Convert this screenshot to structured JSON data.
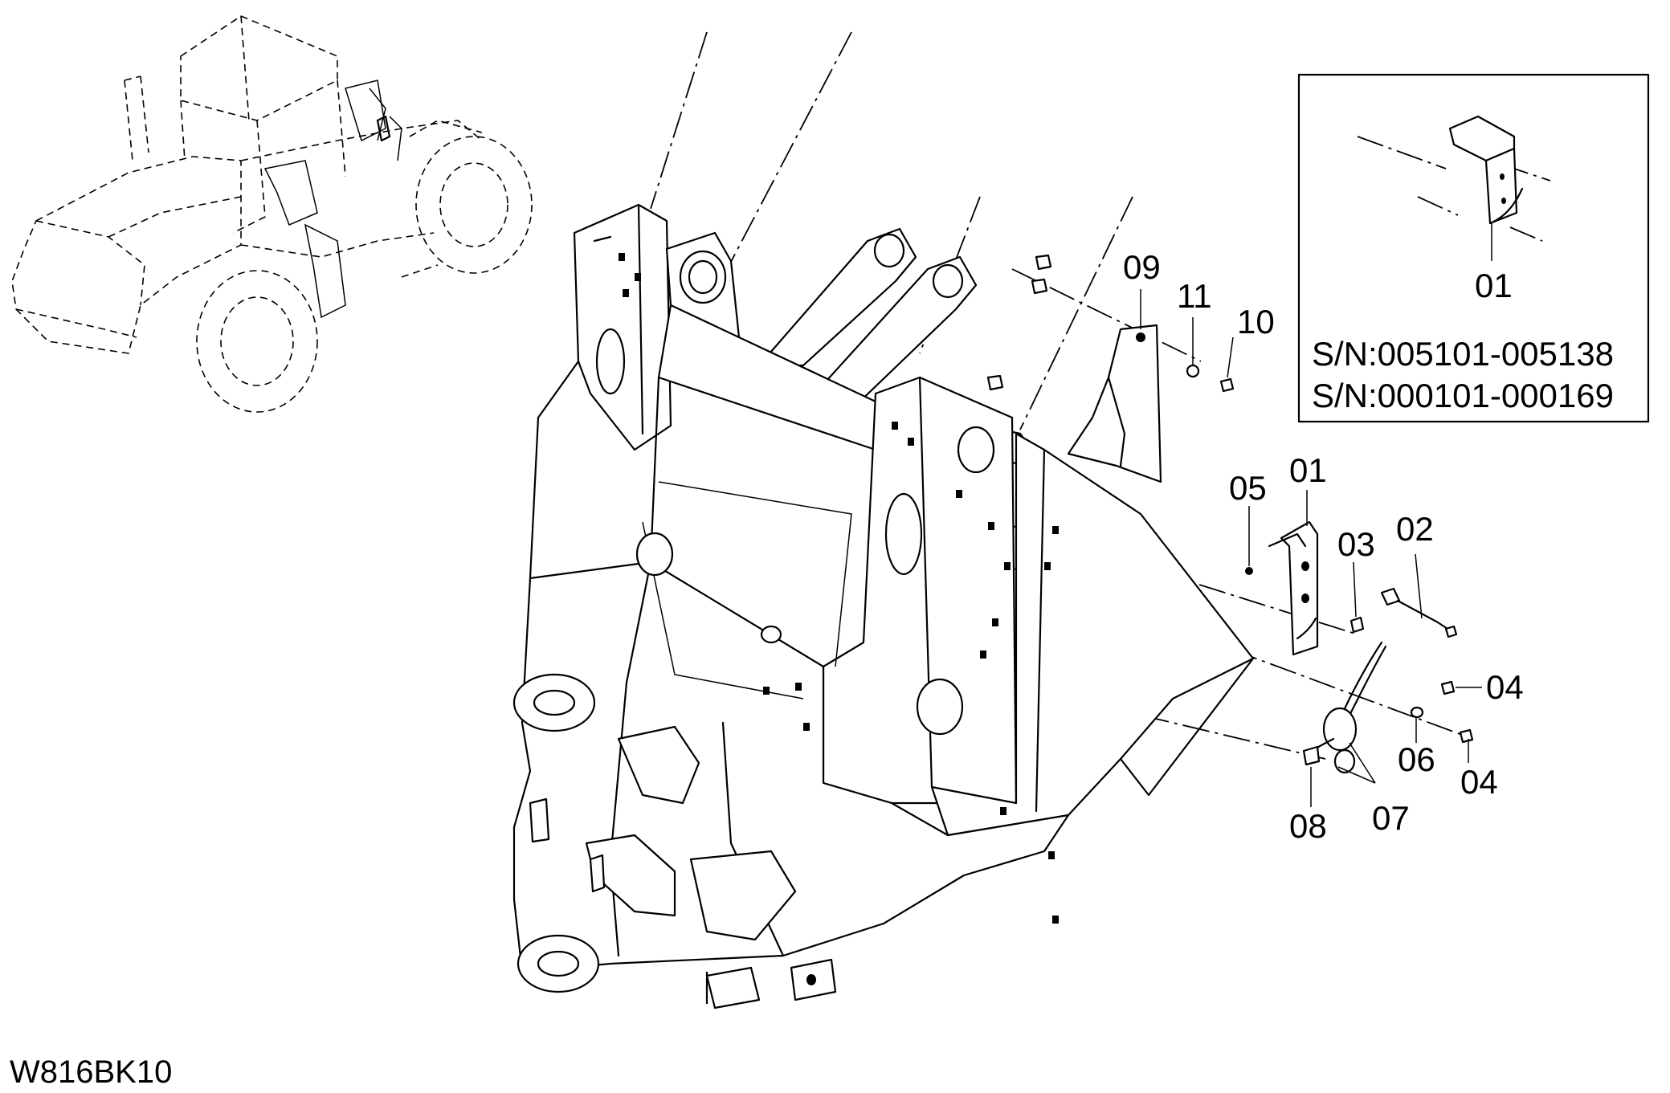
{
  "diagram": {
    "drawing_code": "W816BK10",
    "callouts": {
      "p01": "01",
      "p02": "02",
      "p03": "03",
      "p04a": "04",
      "p04b": "04",
      "p05": "05",
      "p06": "06",
      "p07": "07",
      "p08": "08",
      "p09": "09",
      "p10": "10",
      "p11": "11"
    },
    "inset": {
      "callout": "01",
      "serial_1": "S/N:005101-005138",
      "serial_2": "S/N:000101-000169"
    },
    "icons": [
      "wheel-loader-outline",
      "front-frame-drawing",
      "sensor-bracket-drawing"
    ]
  }
}
